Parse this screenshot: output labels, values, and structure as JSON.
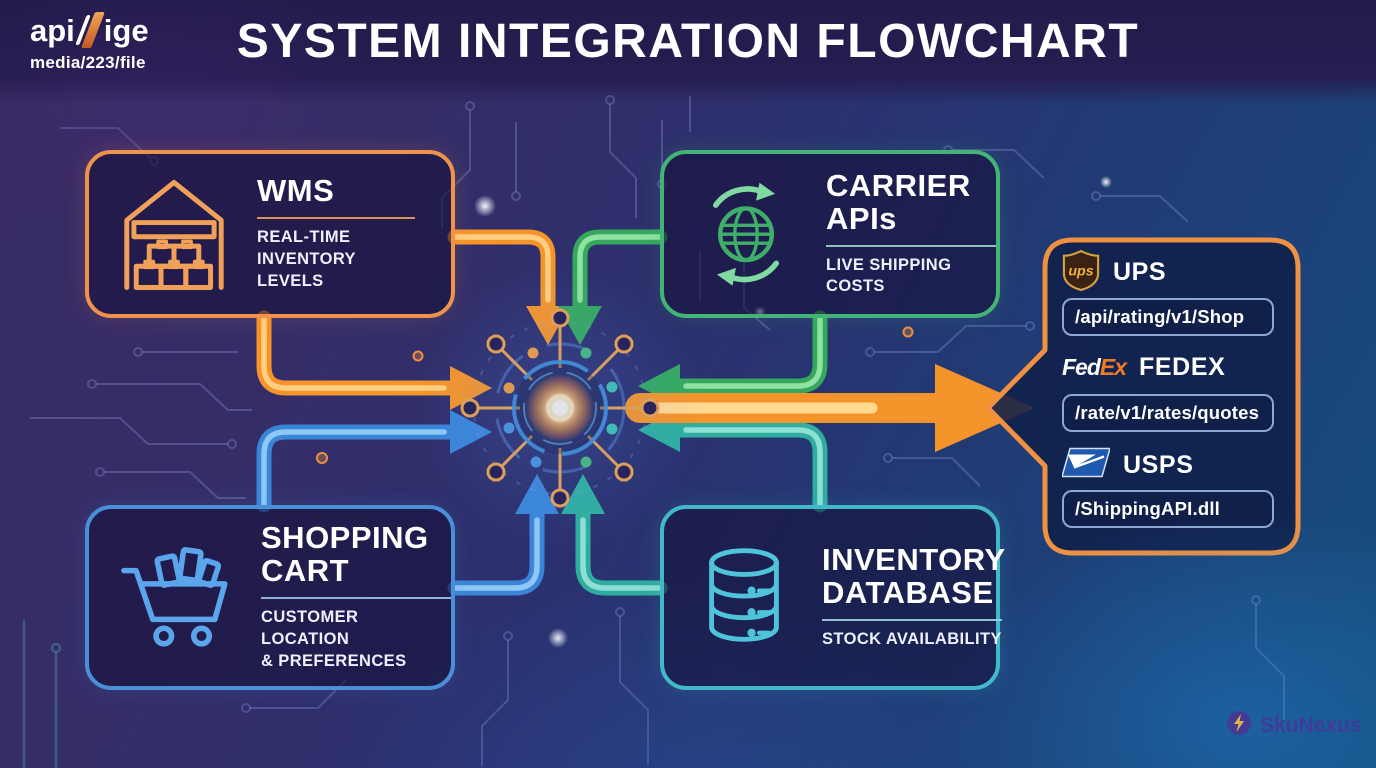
{
  "header": {
    "logo": {
      "prefix": "api",
      "suffix": "ige",
      "subtext": "media/223/file"
    },
    "title": "SYSTEM INTEGRATION FLOWCHART"
  },
  "nodes": [
    {
      "id": "wms",
      "title": "WMS",
      "subtitle": "REAL-TIME\nINVENTORY LEVELS",
      "accent": "#f0924c",
      "icon": "warehouse-icon"
    },
    {
      "id": "carrier-apis",
      "title": "CARRIER\nAPIs",
      "subtitle": "LIVE SHIPPING COSTS",
      "accent": "#43b377",
      "icon": "globe-sync-icon"
    },
    {
      "id": "shopping-cart",
      "title": "SHOPPING\nCART",
      "subtitle": "CUSTOMER LOCATION\n& PREFERENCES",
      "accent": "#4a90d9",
      "icon": "shopping-cart-icon"
    },
    {
      "id": "inventory-database",
      "title": "INVENTORY\nDATABASE",
      "subtitle": "STOCK AVAILABILITY",
      "accent": "#41b9c9",
      "icon": "database-icon"
    }
  ],
  "carrier_panel": {
    "accent": "#ef9140",
    "carriers": [
      {
        "name": "UPS",
        "endpoint": "/api/rating/v1/Shop",
        "icon": "ups-logo"
      },
      {
        "name": "FEDEX",
        "endpoint": "/rate/v1/rates/quotes",
        "icon": "fedex-logo",
        "logo_part1": "Fed",
        "logo_part2": "Ex"
      },
      {
        "name": "USPS",
        "endpoint": "/ShippingAPI.dll",
        "icon": "usps-logo"
      }
    ]
  },
  "footer": {
    "brand": "SkuNexus"
  },
  "colors": {
    "background_purple": "#3a2b63",
    "background_blue": "#16507f",
    "banner": "#241b4c",
    "orange_flow": "#f5942a",
    "green_flow": "#35a85e",
    "blue_flow": "#3a85d8",
    "teal_flow": "#2fae9f",
    "panel_fill": "#10204a",
    "hub_core": "#ffc96b"
  }
}
